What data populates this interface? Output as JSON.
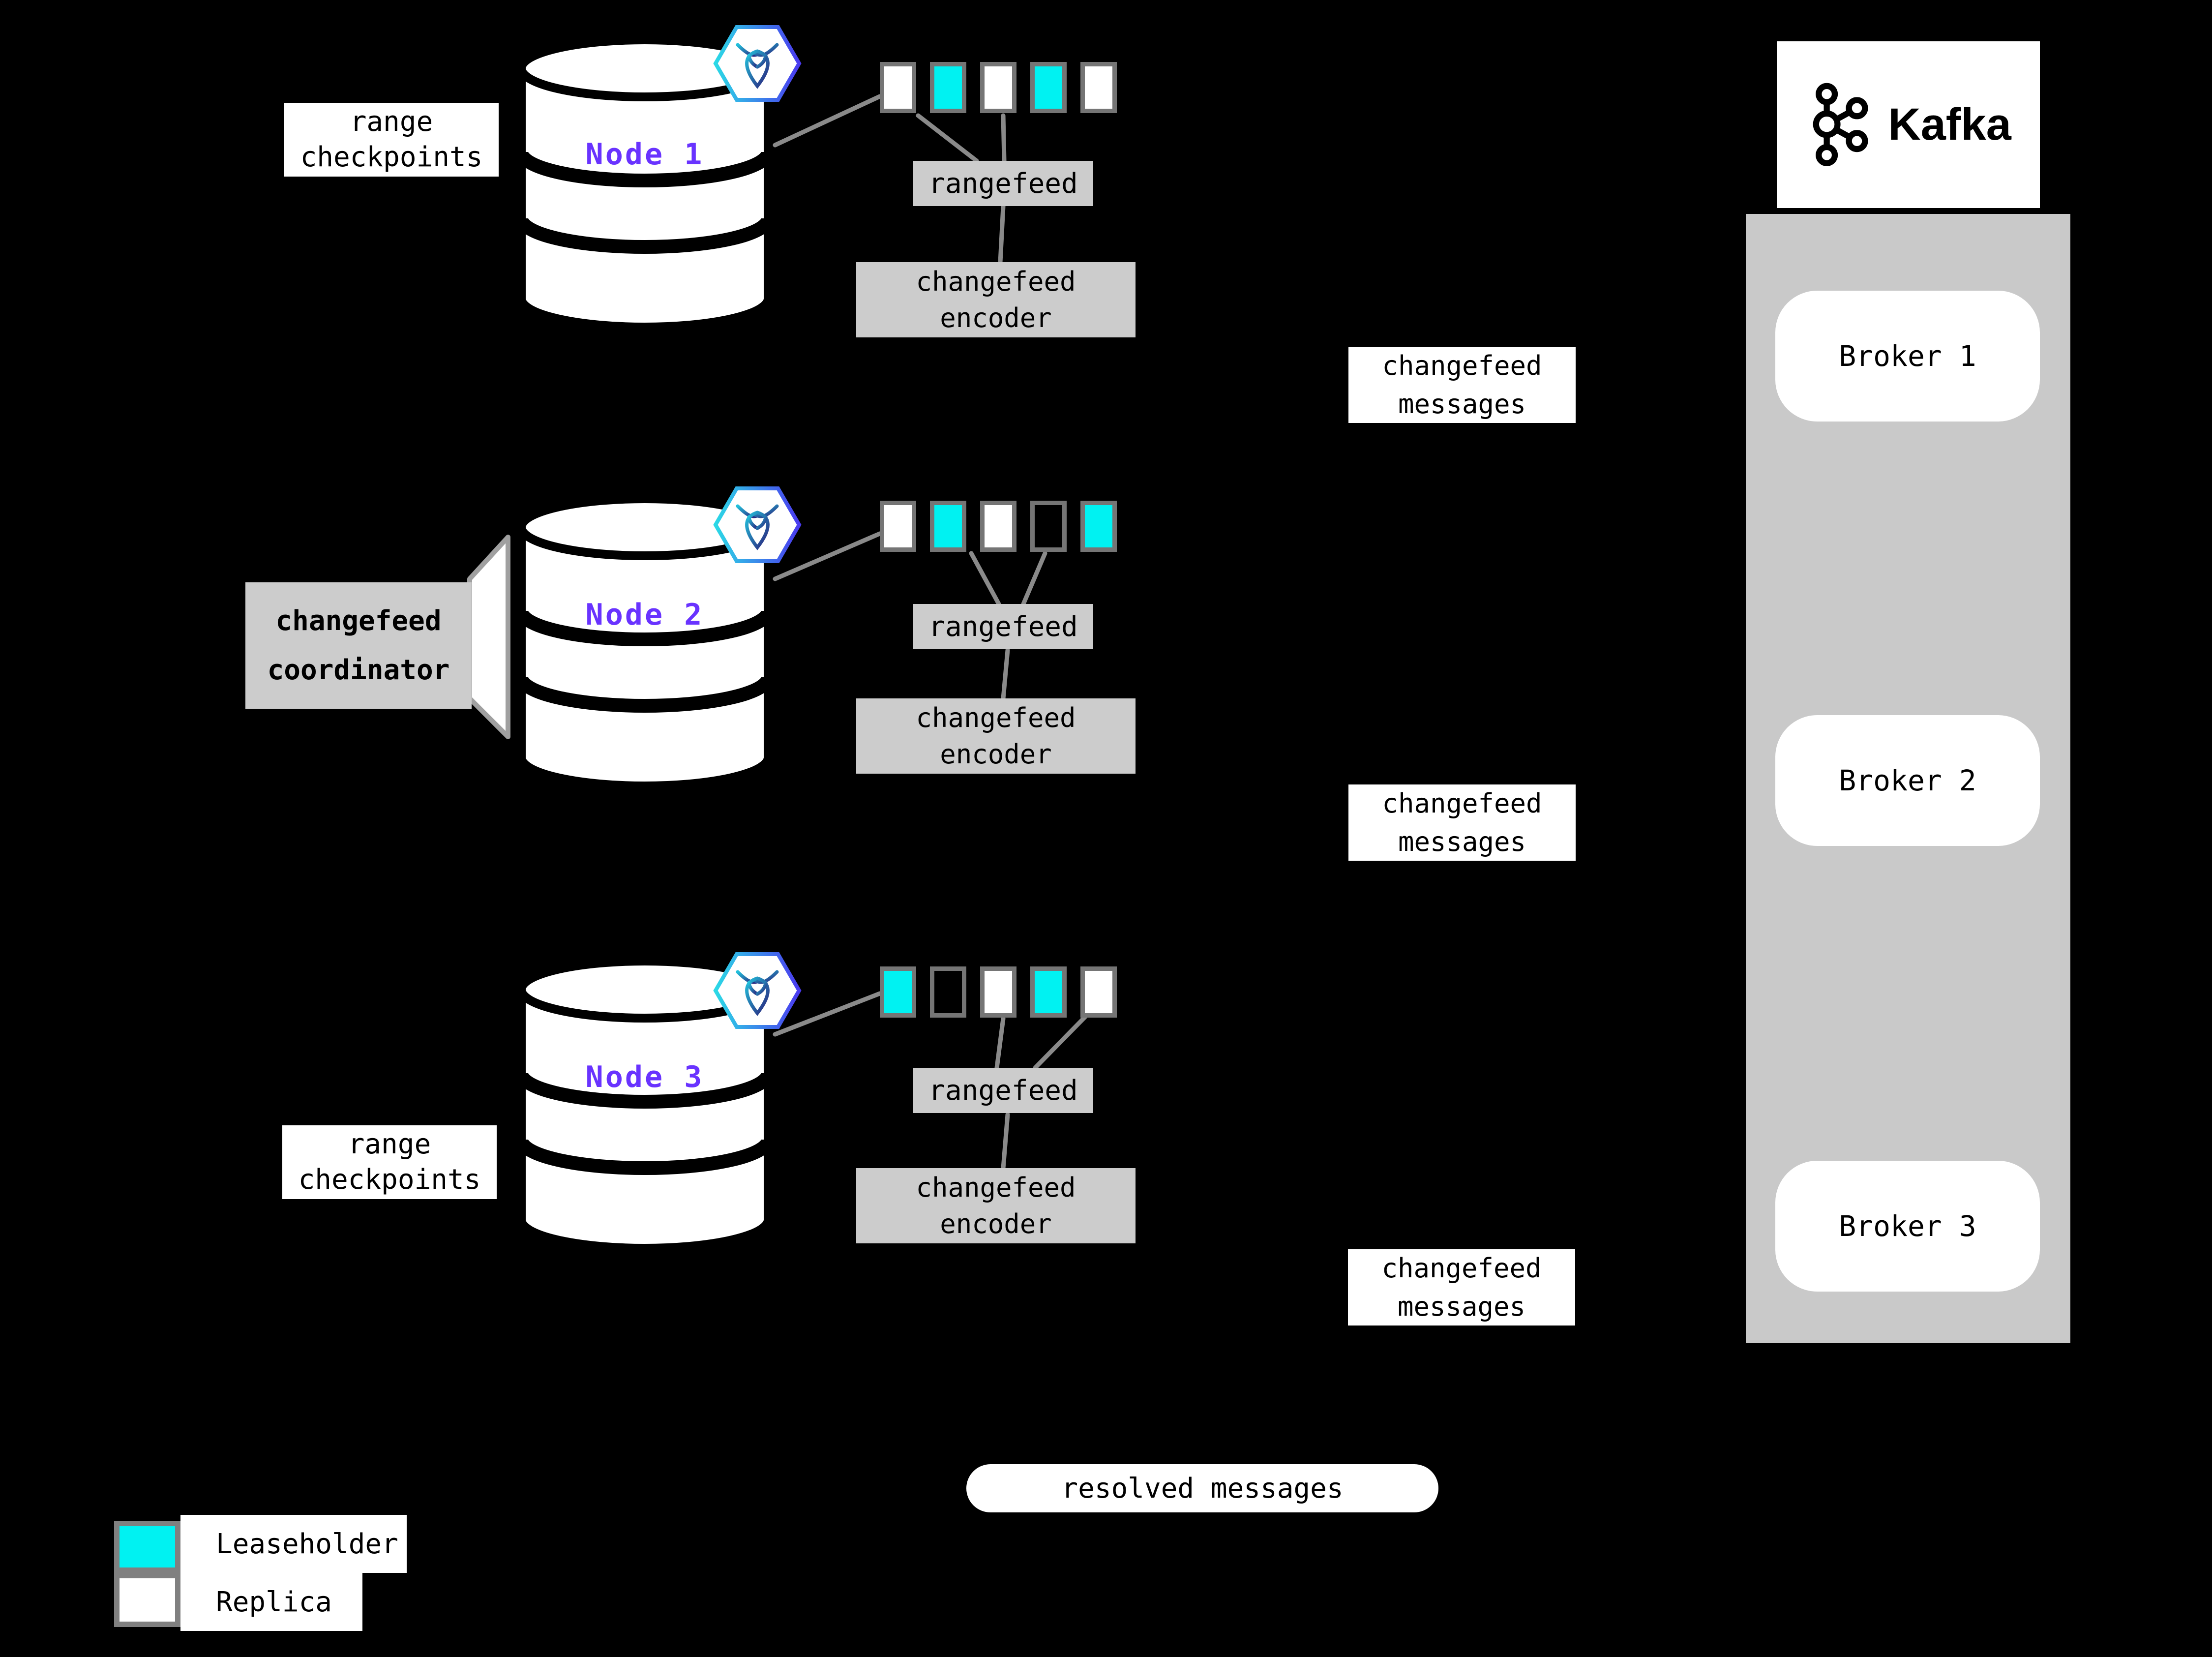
{
  "colors": {
    "background": "#000000",
    "leaseholder": "#00F2F2",
    "replica": "#FFFFFF",
    "panel_gray": "#C9C9C9",
    "box_gray": "#CCCCCC",
    "line_gray": "#8A8A8A",
    "node_label_purple": "#6933FF"
  },
  "labels": {
    "range_checkpoints_line1": "range",
    "range_checkpoints_line2": "checkpoints",
    "coordinator_line1": "changefeed",
    "coordinator_line2": "coordinator",
    "rangefeed": "rangefeed",
    "encoder_line1": "changefeed",
    "encoder_line2": "encoder",
    "messages_line1": "changefeed",
    "messages_line2": "messages",
    "resolved": "resolved messages"
  },
  "nodes": [
    {
      "name": "Node 1",
      "ranges": [
        "replica",
        "leaseholder",
        "replica",
        "leaseholder",
        "replica"
      ]
    },
    {
      "name": "Node 2",
      "ranges": [
        "replica",
        "leaseholder",
        "replica",
        "empty",
        "leaseholder"
      ]
    },
    {
      "name": "Node 3",
      "ranges": [
        "leaseholder",
        "empty",
        "replica",
        "leaseholder",
        "replica"
      ]
    }
  ],
  "kafka": {
    "wordmark": "Kafka",
    "brokers": [
      "Broker 1",
      "Broker 2",
      "Broker 3"
    ]
  },
  "legend": {
    "items": [
      {
        "swatch": "leaseholder",
        "label": "Leaseholder"
      },
      {
        "swatch": "replica",
        "label": "Replica"
      }
    ]
  }
}
